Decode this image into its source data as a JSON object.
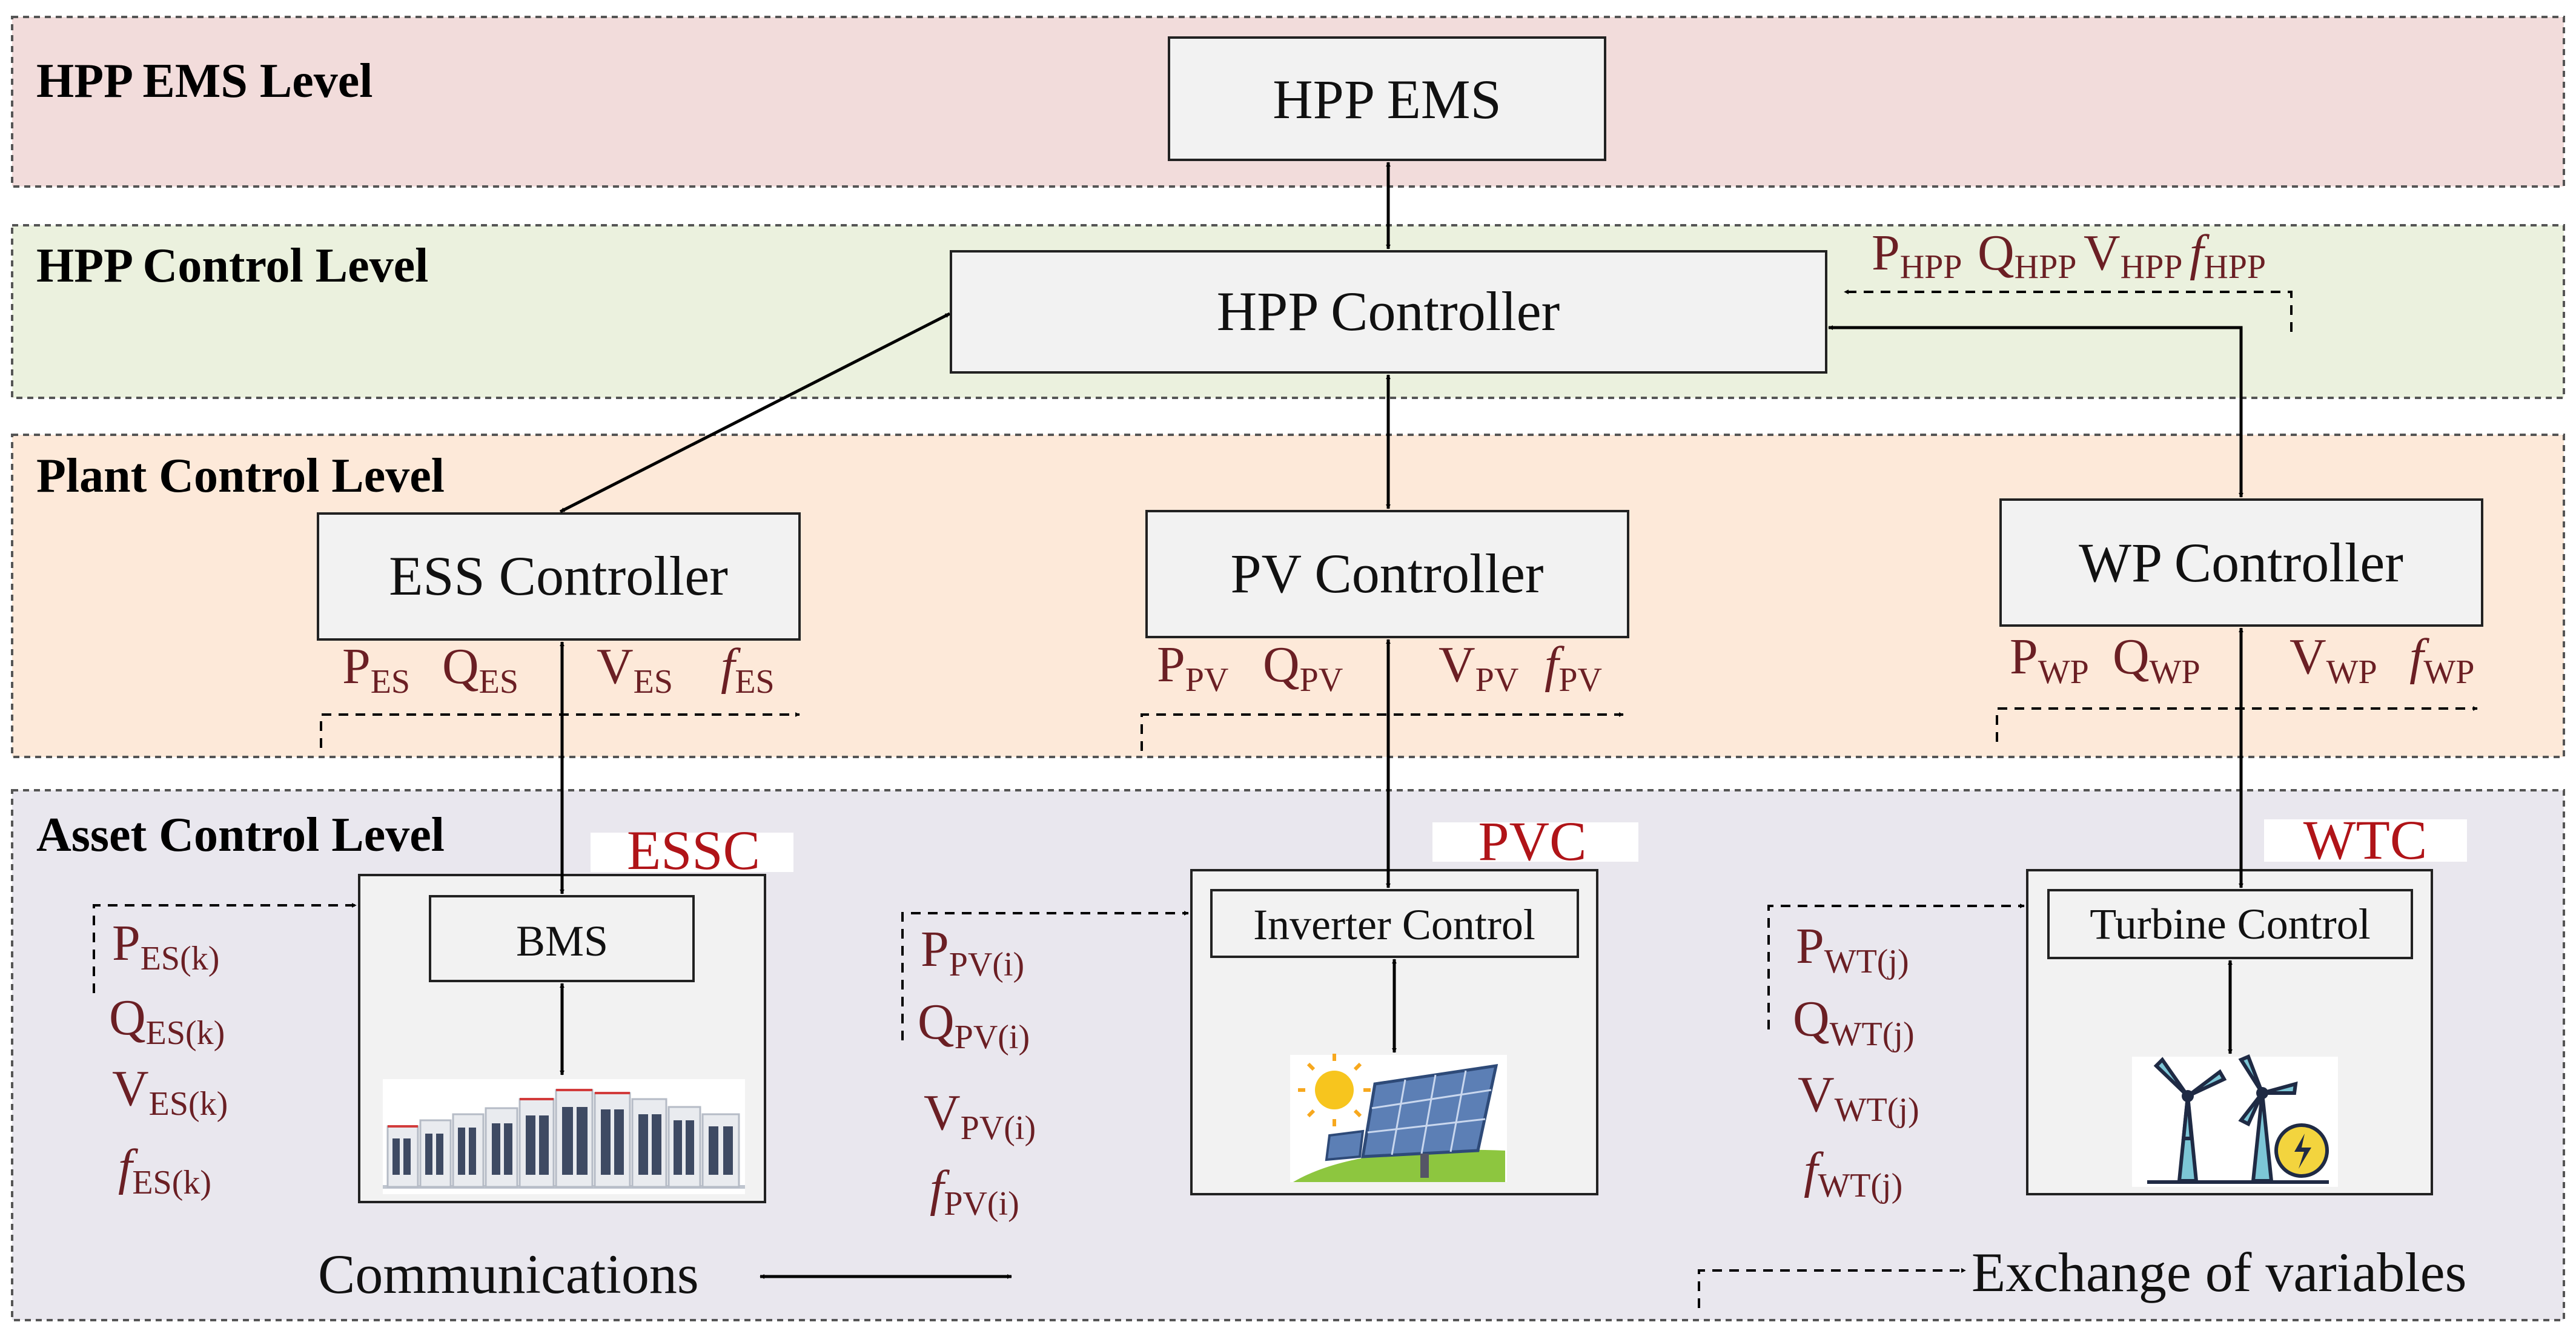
{
  "levels": {
    "ems": "HPP EMS Level",
    "control": "HPP Control Level",
    "plant": "Plant Control Level",
    "asset": "Asset Control Level"
  },
  "boxes": {
    "hpp_ems": "HPP EMS",
    "hpp_controller": "HPP Controller",
    "ess_controller": "ESS Controller",
    "pv_controller": "PV Controller",
    "wp_controller": "WP Controller",
    "bms": "BMS",
    "inverter_control": "Inverter Control",
    "turbine_control": "Turbine Control"
  },
  "tags": {
    "essc": "ESSC",
    "pvc": "PVC",
    "wtc": "WTC"
  },
  "signals": {
    "hpp": [
      {
        "base": "P",
        "sub": "HPP"
      },
      {
        "base": "Q",
        "sub": "HPP"
      },
      {
        "base": "V",
        "sub": "HPP"
      },
      {
        "base": "f",
        "sub": "HPP"
      }
    ],
    "es": [
      {
        "base": "P",
        "sub": "ES"
      },
      {
        "base": "Q",
        "sub": "ES"
      },
      {
        "base": "V",
        "sub": "ES"
      },
      {
        "base": "f",
        "sub": "ES"
      }
    ],
    "pv": [
      {
        "base": "P",
        "sub": "PV"
      },
      {
        "base": "Q",
        "sub": "PV"
      },
      {
        "base": "V",
        "sub": "PV"
      },
      {
        "base": "f",
        "sub": "PV"
      }
    ],
    "wp": [
      {
        "base": "P",
        "sub": "WP"
      },
      {
        "base": "Q",
        "sub": "WP"
      },
      {
        "base": "V",
        "sub": "WP"
      },
      {
        "base": "f",
        "sub": "WP"
      }
    ],
    "es_k": [
      {
        "base": "P",
        "sub": "ES(k)"
      },
      {
        "base": "Q",
        "sub": "ES(k)"
      },
      {
        "base": "V",
        "sub": "ES(k)"
      },
      {
        "base": "f",
        "sub": "ES(k)"
      }
    ],
    "pv_i": [
      {
        "base": "P",
        "sub": "PV(i)"
      },
      {
        "base": "Q",
        "sub": "PV(i)"
      },
      {
        "base": "V",
        "sub": "PV(i)"
      },
      {
        "base": "f",
        "sub": "PV(i)"
      }
    ],
    "wt_j": [
      {
        "base": "P",
        "sub": "WT(j)"
      },
      {
        "base": "Q",
        "sub": "WT(j)"
      },
      {
        "base": "V",
        "sub": "WT(j)"
      },
      {
        "base": "f",
        "sub": "WT(j)"
      }
    ]
  },
  "legend": {
    "communications": "Communications",
    "exchange": "Exchange of variables"
  },
  "colors": {
    "ems_band": "#f2dcdb",
    "control_band": "#ebf1de",
    "plant_band": "#fde9d9",
    "asset_band": "#e9e7ee",
    "box_fill": "#f2f2f2",
    "signal_text": "#6b1f24",
    "tag_text": "#b01418"
  },
  "icons": [
    "battery-rack-icon",
    "solar-panel-icon",
    "wind-turbine-icon"
  ]
}
